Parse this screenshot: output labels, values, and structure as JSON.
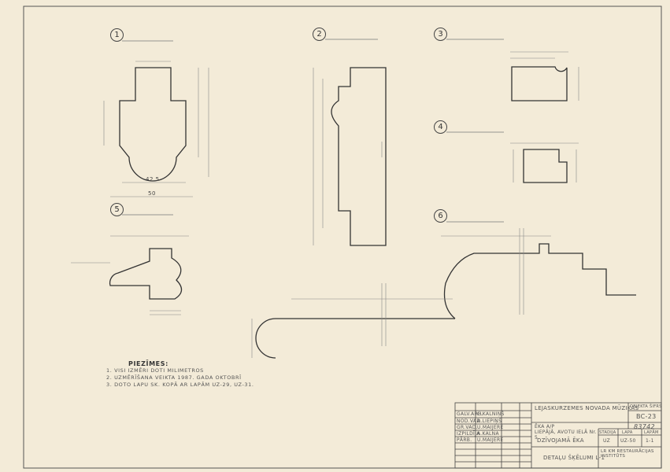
{
  "sections": [
    "1",
    "2",
    "3",
    "4",
    "5",
    "6"
  ],
  "dimensions": {
    "s1_width_inner": "42.5",
    "s1_width_outer": "50"
  },
  "notes": {
    "heading": "PIEZĪMES:",
    "items": [
      "1. VISI IZMĒRI DOTI MILIMETROS",
      "2. UZMĒRĪŠANA VEIKTA 1987. GADA OKTOBRĪ",
      "3. DOTO LAPU SK. KOPĀ AR LAPĀM UZ-29, UZ-31."
    ]
  },
  "title_block": {
    "people": [
      {
        "role": "GALV.ARH.",
        "name": "C.KALNIŅŠ"
      },
      {
        "role": "NOD.VAD.",
        "name": "A.LIEPIŅŠ"
      },
      {
        "role": "GR.VAD.",
        "name": "U.MAIJERE"
      },
      {
        "role": "IZPILDĪJA",
        "name": "A.KALNA"
      },
      {
        "role": "PĀRB.",
        "name": "U.MAIJERE"
      }
    ],
    "object_name": "LEJASKURZEMES NOVADA MŪZIKAS",
    "building": "ĒKA A/P",
    "address": "LIEPĀJĀ, AVOTU IELĀ Nr. 5",
    "building_type": "DZĪVOJAMĀ ĒKA",
    "sheet_title": "DETAĻU ŠĶĒLUMI L-1",
    "object_code_label": "OBJEKTA ŠIFRS",
    "object_code": "BC-23",
    "archive_no": "83742",
    "stage_label": "STADIJA",
    "sheet_label": "LAPA",
    "sheets_label": "LAPĀM",
    "stage": "UZ",
    "sheet": "UZ-50",
    "sheets": "1-1",
    "institute": "LR KM RESTAURĀCIJAS INSTITŪTS"
  }
}
